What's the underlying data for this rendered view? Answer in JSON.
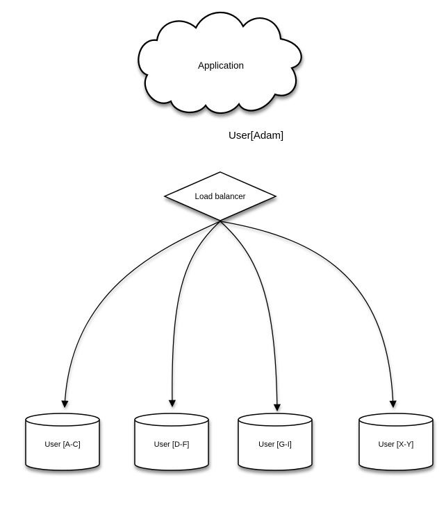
{
  "diagram": {
    "type": "flowchart",
    "background_color": "#ffffff",
    "shape_fill_color": "#ffffff",
    "stroke_color": "#000000",
    "text_color": "#000000",
    "nodes": {
      "application": {
        "label": "Application",
        "shape": "cloud"
      },
      "load_balancer": {
        "label": "Load balancer",
        "shape": "diamond"
      },
      "shard_ac": {
        "label": "User [A-C]",
        "shape": "cylinder"
      },
      "shard_df": {
        "label": "User [D-F]",
        "shape": "cylinder"
      },
      "shard_gi": {
        "label": "User [G-I]",
        "shape": "cylinder"
      },
      "shard_xy": {
        "label": "User [X-Y]",
        "shape": "cylinder"
      }
    },
    "edges": {
      "app_to_lb": {
        "from": "application",
        "to": "load_balancer",
        "label": "User[Adam]"
      },
      "lb_to_ac": {
        "from": "load_balancer",
        "to": "shard_ac",
        "label": ""
      },
      "lb_to_df": {
        "from": "load_balancer",
        "to": "shard_df",
        "label": ""
      },
      "lb_to_gi": {
        "from": "load_balancer",
        "to": "shard_gi",
        "label": ""
      },
      "lb_to_xy": {
        "from": "load_balancer",
        "to": "shard_xy",
        "label": ""
      }
    }
  }
}
